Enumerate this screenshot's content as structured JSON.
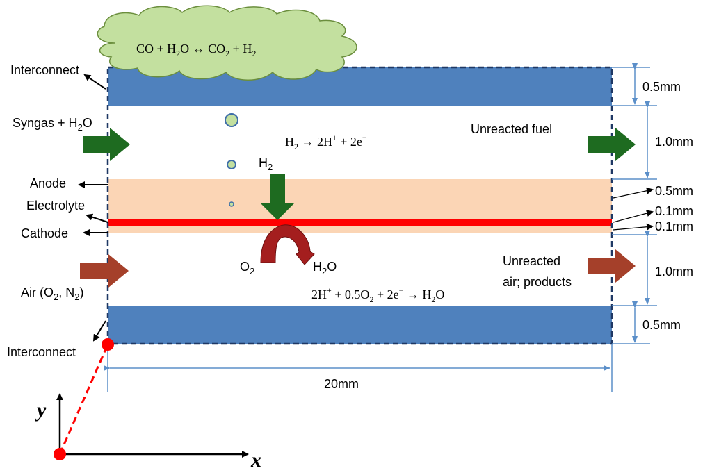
{
  "reactions": {
    "shift_parts": [
      "CO + H",
      "2",
      "O ↔ CO",
      "2",
      " + H",
      "2"
    ],
    "anode_parts": [
      "H",
      "2",
      " → 2H",
      "+",
      " + 2e",
      "−"
    ],
    "cathode_parts": [
      "2H",
      "+",
      " + 0.5O",
      "2",
      " + 2e",
      "−",
      " → H",
      "2",
      "O"
    ]
  },
  "labels": {
    "interconnect_top": "Interconnect",
    "syngas_parts": [
      "Syngas + H",
      "2",
      "O"
    ],
    "anode": "Anode",
    "electrolyte": "Electrolyte",
    "cathode": "Cathode",
    "air_parts": [
      "Air (O",
      "2",
      ", N",
      "2",
      ")"
    ],
    "interconnect_bottom": "Interconnect",
    "unreacted_fuel": "Unreacted fuel",
    "unreacted_air_line1": "Unreacted",
    "unreacted_air_line2": "air; products",
    "h2_parts": [
      "H",
      "2"
    ],
    "o2_parts": [
      "O",
      "2"
    ],
    "h2o_parts": [
      "H",
      "2",
      "O"
    ]
  },
  "dimensions": {
    "interconnect_top": "0.5mm",
    "fuel_channel": "1.0mm",
    "anode": "0.5mm",
    "electrolyte": "0.1mm",
    "cathode": "0.1mm",
    "air_channel": "1.0mm",
    "interconnect_bottom": "0.5mm",
    "length": "20mm"
  },
  "axes": {
    "x": "x",
    "y": "y"
  },
  "colors": {
    "interconnect": "#4f81bd",
    "anode_cathode": "#fbd5b5",
    "electrolyte": "#ff0000",
    "cloud": "#c3e09f",
    "fuel_arrow": "#1e6b20",
    "air_arrow": "#a5402a",
    "dim_line": "#5b8fc9",
    "bubble": "#c3e09f",
    "origin_dot": "#ff0000"
  }
}
